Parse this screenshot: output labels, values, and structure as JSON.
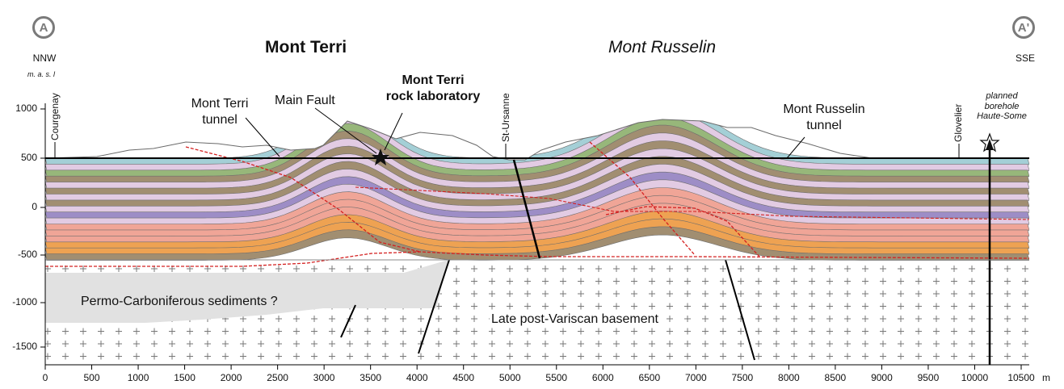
{
  "titles": {
    "left": "Mont Terri",
    "right": "Mont Russelin"
  },
  "orientation": {
    "left_marker": "A",
    "right_marker": "A'",
    "left_dir": "NNW",
    "right_dir": "SSE"
  },
  "y_axis": {
    "unit": "m. a. s. l",
    "ticks": [
      "1000",
      "500",
      "0",
      "-500",
      "-1000",
      "-1500"
    ]
  },
  "x_axis": {
    "unit": "m",
    "ticks": [
      "0",
      "500",
      "1000",
      "1500",
      "2000",
      "2500",
      "3000",
      "3500",
      "4000",
      "4500",
      "5000",
      "5500",
      "6000",
      "6500",
      "7000",
      "7500",
      "8000",
      "8500",
      "9000",
      "9500",
      "10000",
      "10500"
    ]
  },
  "places": {
    "courgenay": "Courgenay",
    "st_ursanne": "St-Ursanne",
    "glovelier": "Glovelier"
  },
  "labels": {
    "mt_tunnel_1": "Mont Terri",
    "mt_tunnel_2": "tunnel",
    "main_fault": "Main Fault",
    "lab_1": "Mont Terri",
    "lab_2": "rock laboratory",
    "mr_tunnel_1": "Mont Russelin",
    "mr_tunnel_2": "tunnel",
    "borehole_1": "planned",
    "borehole_2": "borehole",
    "borehole_3": "Haute-Some",
    "permo": "Permo-Carboniferous sediments ?",
    "basement": "Late post-Variscan basement"
  },
  "colors": {
    "permo_fill": "#e1e1e1",
    "fault_line": "#d42020",
    "layer_purple": "#9d8dc6",
    "layer_salmon": "#f0a597",
    "layer_orange": "#eea252",
    "layer_brown": "#a18e71",
    "layer_green": "#97b77a",
    "layer_lilac": "#e2cbe3",
    "layer_blue": "#a4cfd6"
  }
}
